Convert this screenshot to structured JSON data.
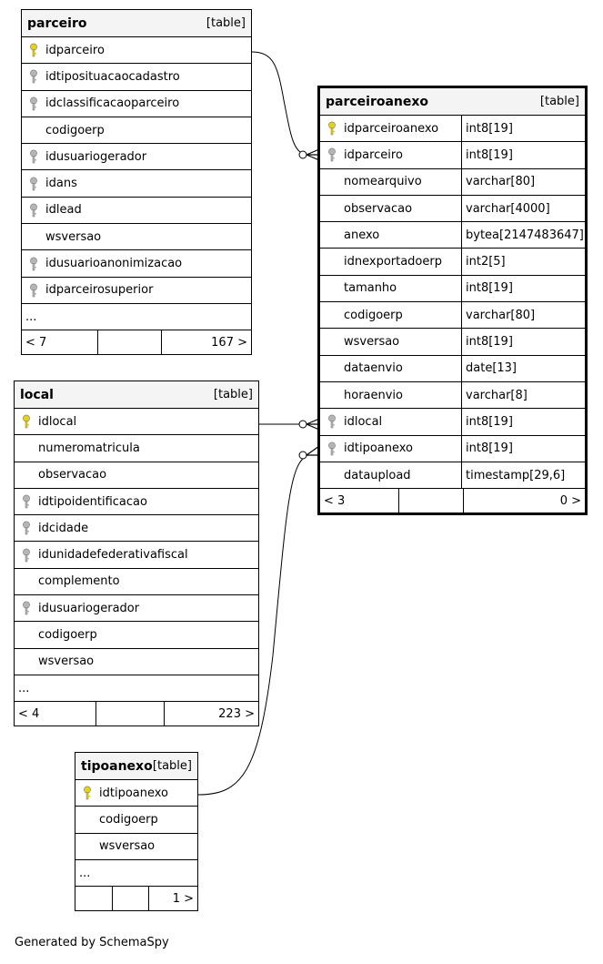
{
  "caption": "Generated by SchemaSpy",
  "tables": {
    "parceiro": {
      "name": "parceiro",
      "tag": "[table]",
      "columns": [
        {
          "name": "idparceiro",
          "key": "primary"
        },
        {
          "name": "idtiposituacaocadastro",
          "key": "foreign"
        },
        {
          "name": "idclassificacaoparceiro",
          "key": "foreign"
        },
        {
          "name": "codigoerp",
          "key": "none"
        },
        {
          "name": "idusuariogerador",
          "key": "foreign"
        },
        {
          "name": "idans",
          "key": "foreign"
        },
        {
          "name": "idlead",
          "key": "foreign"
        },
        {
          "name": "wsversao",
          "key": "none"
        },
        {
          "name": "idusuarioanonimizacao",
          "key": "foreign"
        },
        {
          "name": "idparceirosuperior",
          "key": "foreign"
        }
      ],
      "more": "...",
      "footer_left": "< 7",
      "footer_right": "167 >"
    },
    "local": {
      "name": "local",
      "tag": "[table]",
      "columns": [
        {
          "name": "idlocal",
          "key": "primary"
        },
        {
          "name": "numeromatricula",
          "key": "none"
        },
        {
          "name": "observacao",
          "key": "none"
        },
        {
          "name": "idtipoidentificacao",
          "key": "foreign"
        },
        {
          "name": "idcidade",
          "key": "foreign"
        },
        {
          "name": "idunidadefederativafiscal",
          "key": "foreign"
        },
        {
          "name": "complemento",
          "key": "none"
        },
        {
          "name": "idusuariogerador",
          "key": "foreign"
        },
        {
          "name": "codigoerp",
          "key": "none"
        },
        {
          "name": "wsversao",
          "key": "none"
        }
      ],
      "more": "...",
      "footer_left": "< 4",
      "footer_right": "223 >"
    },
    "tipoanexo": {
      "name": "tipoanexo",
      "tag": "[table]",
      "columns": [
        {
          "name": "idtipoanexo",
          "key": "primary"
        },
        {
          "name": "codigoerp",
          "key": "none"
        },
        {
          "name": "wsversao",
          "key": "none"
        }
      ],
      "more": "...",
      "footer_left": "",
      "footer_right": "1 >"
    },
    "parceiroanexo": {
      "name": "parceiroanexo",
      "tag": "[table]",
      "columns": [
        {
          "name": "idparceiroanexo",
          "type": "int8[19]",
          "key": "primary"
        },
        {
          "name": "idparceiro",
          "type": "int8[19]",
          "key": "foreign"
        },
        {
          "name": "nomearquivo",
          "type": "varchar[80]",
          "key": "none"
        },
        {
          "name": "observacao",
          "type": "varchar[4000]",
          "key": "none"
        },
        {
          "name": "anexo",
          "type": "bytea[2147483647]",
          "key": "none"
        },
        {
          "name": "idnexportadoerp",
          "type": "int2[5]",
          "key": "none"
        },
        {
          "name": "tamanho",
          "type": "int8[19]",
          "key": "none"
        },
        {
          "name": "codigoerp",
          "type": "varchar[80]",
          "key": "none"
        },
        {
          "name": "wsversao",
          "type": "int8[19]",
          "key": "none"
        },
        {
          "name": "dataenvio",
          "type": "date[13]",
          "key": "none"
        },
        {
          "name": "horaenvio",
          "type": "varchar[8]",
          "key": "none"
        },
        {
          "name": "idlocal",
          "type": "int8[19]",
          "key": "foreign"
        },
        {
          "name": "idtipoanexo",
          "type": "int8[19]",
          "key": "foreign"
        },
        {
          "name": "dataupload",
          "type": "timestamp[29,6]",
          "key": "none"
        }
      ],
      "footer_left": "< 3",
      "footer_right": "0 >"
    }
  },
  "relationships": [
    {
      "from": "parceiro.idparceiro",
      "to": "parceiroanexo.idparceiro"
    },
    {
      "from": "local.idlocal",
      "to": "parceiroanexo.idlocal"
    },
    {
      "from": "tipoanexo.idtipoanexo",
      "to": "parceiroanexo.idtipoanexo"
    }
  ],
  "colors": {
    "primary_key": "#e8d400",
    "foreign_key": "#b5b5b5",
    "header_bg": "#f4f4f4",
    "line": "#000000"
  },
  "icons": {
    "primary": "primary-key-icon",
    "foreign": "foreign-key-icon"
  }
}
